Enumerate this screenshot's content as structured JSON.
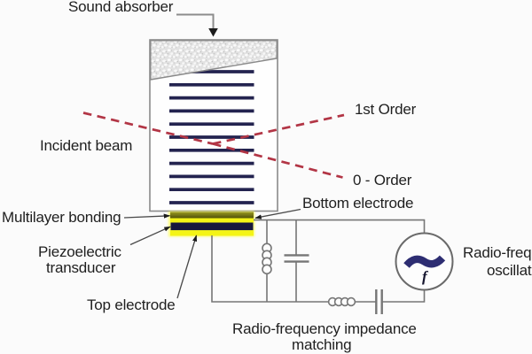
{
  "diagram": {
    "type": "schematic",
    "subject": "Acousto-optic modulator with radio-frequency drive circuit"
  },
  "labels": {
    "sound_absorber": "Sound absorber",
    "first_order": "1st Order",
    "incident_beam": "Incident beam",
    "zero_order": "0 - Order",
    "multilayer_bonding": "Multilayer bonding",
    "bottom_electrode": "Bottom electrode",
    "piezoelectric_line1": "Piezoelectric",
    "piezoelectric_line2": "transducer",
    "top_electrode": "Top electrode",
    "rf_oscillator_line1": "Radio-frequency",
    "rf_oscillator_line2": "oscillator",
    "impedance_line1": "Radio-frequency impedance",
    "impedance_line2": "matching",
    "oscillator_frequency_symbol": "f"
  },
  "colors": {
    "bg": "#fbfbfb",
    "text": "#1f1f1f",
    "acoustic_wave_navy": "#23234f",
    "beam_red": "#b23545",
    "crystal_border_gray": "#8a8a8a",
    "absorber_gray": "#e4e4e4",
    "wire_gray": "#767676",
    "leader_gray": "#4a4a4a",
    "electrode_olive": "#6b6b10",
    "piezo_yellow": "#f4f416",
    "electrode_dark": "#17173d",
    "oscillator_wave_navy": "#2d2d72"
  }
}
